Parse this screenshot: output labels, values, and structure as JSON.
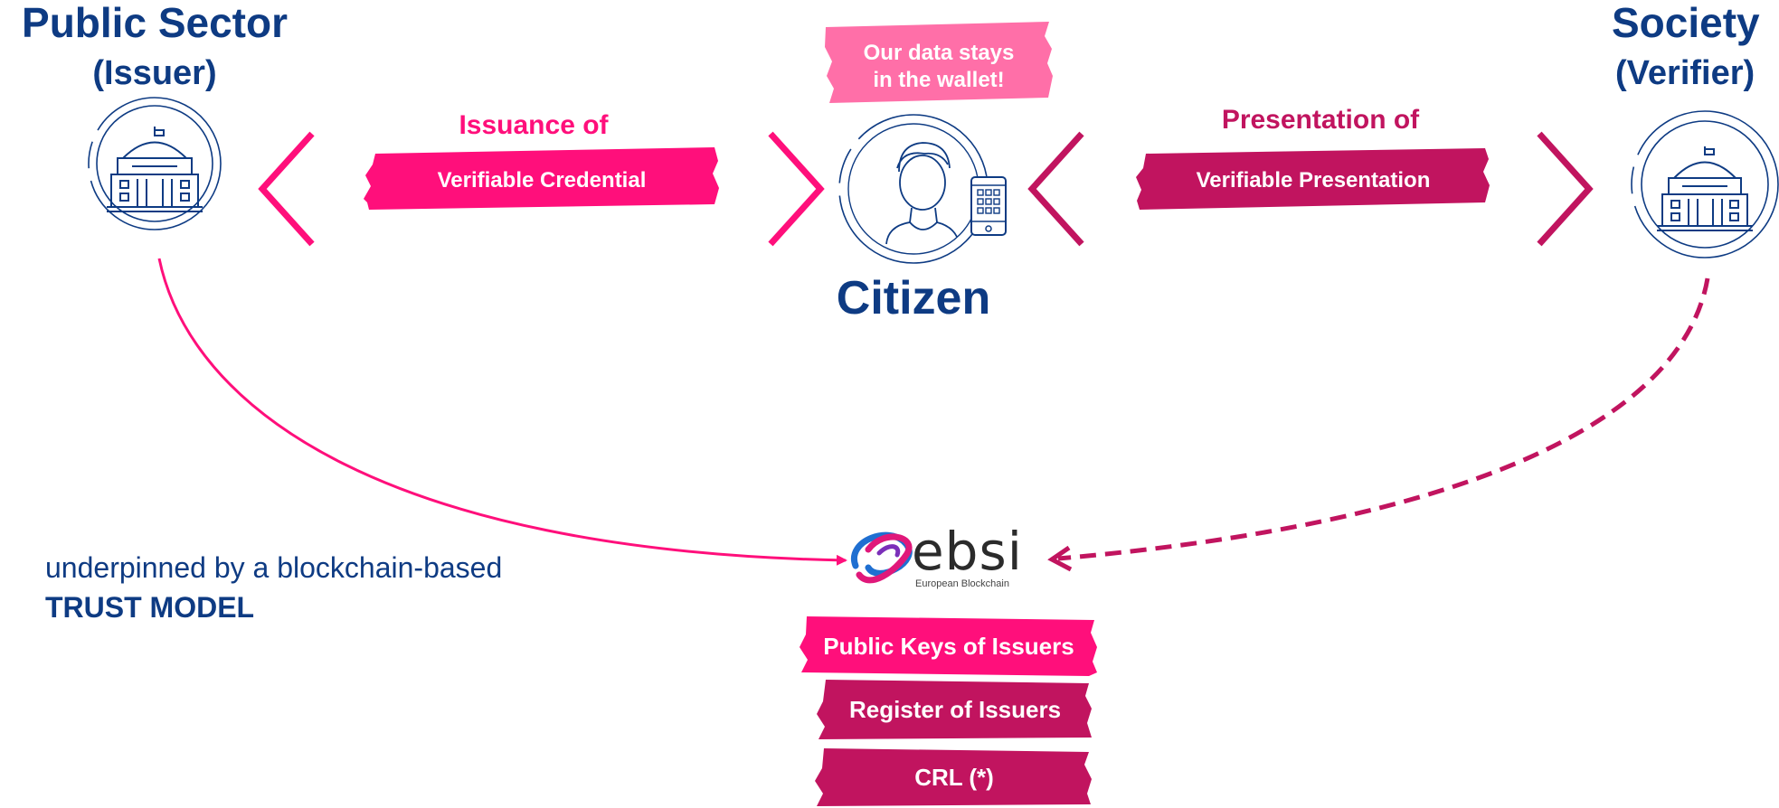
{
  "issuer": {
    "title": "Public Sector",
    "role": "(Issuer)"
  },
  "verifier": {
    "title": "Society",
    "role": "(Verifier)"
  },
  "citizen": {
    "label": "Citizen",
    "note_line1": "Our data stays",
    "note_line2": "in the wallet!"
  },
  "issuance": {
    "heading": "Issuance of",
    "tape": "Verifiable Credential"
  },
  "presentation": {
    "heading": "Presentation of",
    "tape": "Verifiable Presentation"
  },
  "trust": {
    "line1": "underpinned by a blockchain-based",
    "line2": "TRUST MODEL"
  },
  "ebsi": {
    "logo_text": "ebsi",
    "tagline": "European Blockchain"
  },
  "registry": [
    {
      "label": "Public Keys of Issuers"
    },
    {
      "label": "Register of Issuers"
    },
    {
      "label": "CRL (*)"
    }
  ],
  "colors": {
    "blue": "#0e3b83",
    "pink": "#ff0f7b",
    "berry": "#c1145f",
    "light_pink": "#ff6fa8"
  },
  "icons": [
    "government-building-icon",
    "person-icon",
    "smartphone-icon",
    "ebsi-logo-icon"
  ]
}
